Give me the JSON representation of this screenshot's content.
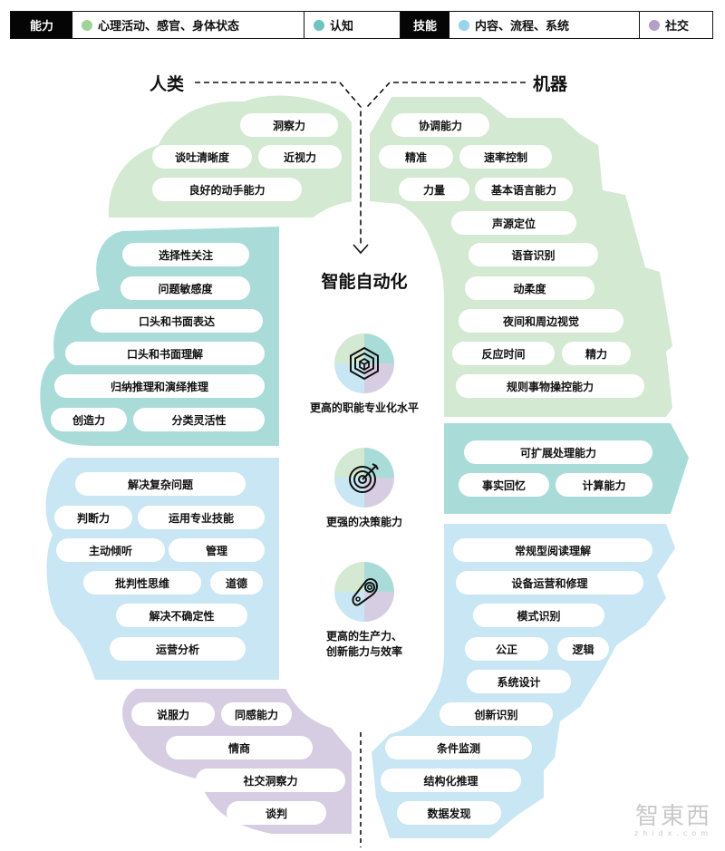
{
  "legend": {
    "ability_label": "能力",
    "skill_label": "技能",
    "items": [
      {
        "label": "心理活动、感官、身体状态",
        "color": "#9fd39a"
      },
      {
        "label": "认知",
        "color": "#6cc5c3"
      },
      {
        "label": "内容、流程、系统",
        "color": "#96d3ec"
      },
      {
        "label": "社交",
        "color": "#b39fc8"
      }
    ]
  },
  "colors": {
    "physical_bg": "#d3e9d2",
    "cognitive_bg": "#a9dcd9",
    "skills_bg": "#c8e6f3",
    "social_bg": "#d7cde3"
  },
  "human": {
    "title": "人类",
    "physical": [
      "洞察力",
      "谈吐清晰度",
      "近视力",
      "良好的动手能力"
    ],
    "cognitive": [
      "选择性关注",
      "问题敏感度",
      "口头和书面表达",
      "口头和书面理解",
      "归纳推理和演绎推理",
      "创造力",
      "分类灵活性"
    ],
    "skills": [
      "解决复杂问题",
      "判断力",
      "运用专业技能",
      "主动倾听",
      "管理",
      "批判性思维",
      "道德",
      "解决不确定性",
      "运营分析"
    ],
    "social": [
      "说服力",
      "同感能力",
      "情商",
      "社交洞察力",
      "谈判"
    ]
  },
  "machine": {
    "title": "机器",
    "physical": [
      "协调能力",
      "精准",
      "速率控制",
      "力量",
      "基本语言能力",
      "声源定位",
      "语音识别",
      "动柔度",
      "夜间和周边视觉",
      "反应时间",
      "精力",
      "规则事物操控能力"
    ],
    "cognitive": [
      "可扩展处理能力",
      "事实回忆",
      "计算能力"
    ],
    "skills": [
      "常规型阅读理解",
      "设备运营和修理",
      "模式识别",
      "公正",
      "逻辑",
      "系统设计",
      "创新识别",
      "条件监测",
      "结构化推理",
      "数据发现"
    ]
  },
  "center": {
    "title": "智能自动化",
    "benefits": [
      {
        "icon": "cube-icon",
        "label": "更高的职能专业化水平"
      },
      {
        "icon": "target-icon",
        "label": "更强的决策能力"
      },
      {
        "icon": "tag-icon",
        "label_line1": "更高的生产力、",
        "label_line2": "创新能力与效率"
      }
    ]
  },
  "watermark": {
    "main": "智東西",
    "sub": "zhidx.com"
  }
}
